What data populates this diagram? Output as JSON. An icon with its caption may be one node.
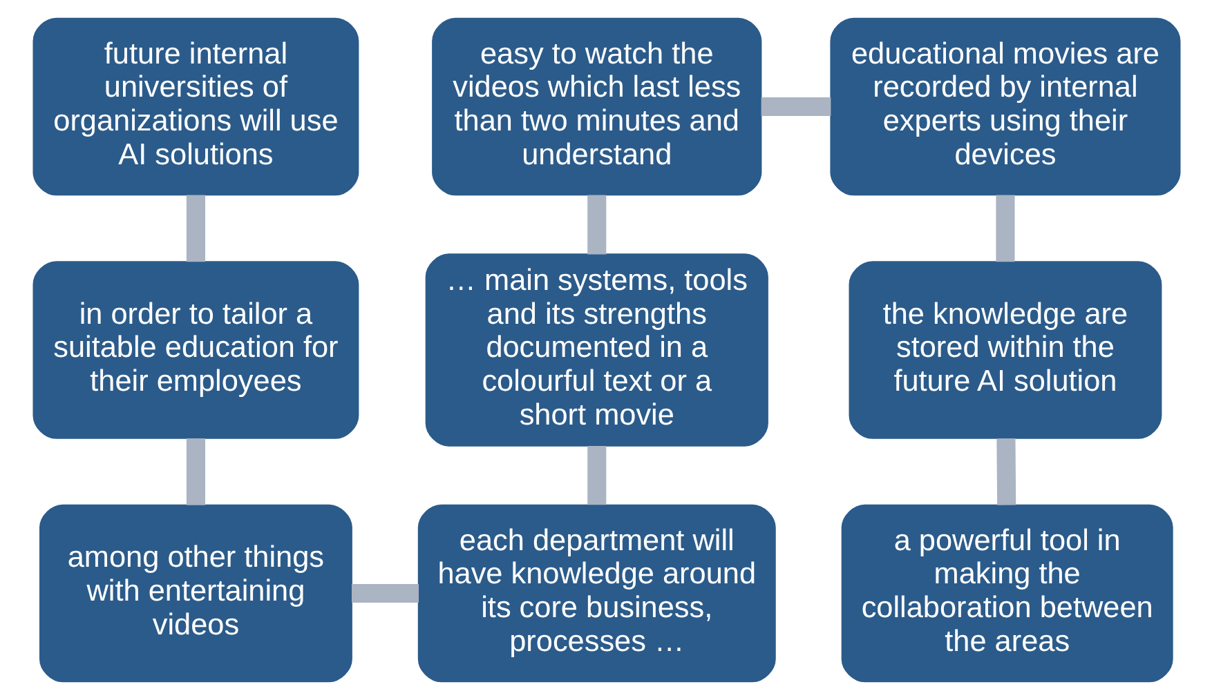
{
  "diagram": {
    "nodes": [
      {
        "text": [
          "future internal universities of organizations will use AI solutions"
        ]
      },
      {
        "text": [
          "easy to watch the videos which last less than two minutes and understand"
        ]
      },
      {
        "text": [
          "educational movies are recorded by internal experts using their devices"
        ]
      },
      {
        "text": [
          "in order to tailor a suitable education for their employees"
        ]
      },
      {
        "text": [
          "… main systems, tools and its strengths documented in a colourful text or a short movie"
        ]
      },
      {
        "text": [
          "the knowledge are stored within the future AI solution"
        ]
      },
      {
        "text": [
          "among other things with entertaining videos"
        ]
      },
      {
        "text": [
          "each department will have knowledge around its core business, processes …"
        ]
      },
      {
        "text": [
          "a powerful tool in making the collaboration between the areas"
        ]
      }
    ],
    "edges": [
      {
        "from": 0,
        "to": 3,
        "arrow": "none"
      },
      {
        "from": 3,
        "to": 6,
        "arrow": "none"
      },
      {
        "from": 6,
        "to": 7,
        "arrow": "none"
      },
      {
        "from": 7,
        "to": 4,
        "arrow": "none"
      },
      {
        "from": 4,
        "to": 1,
        "arrow": "none"
      },
      {
        "from": 1,
        "to": 2,
        "arrow": "none"
      },
      {
        "from": 2,
        "to": 5,
        "arrow": "none"
      },
      {
        "from": 5,
        "to": 8,
        "arrow": "none"
      }
    ]
  }
}
